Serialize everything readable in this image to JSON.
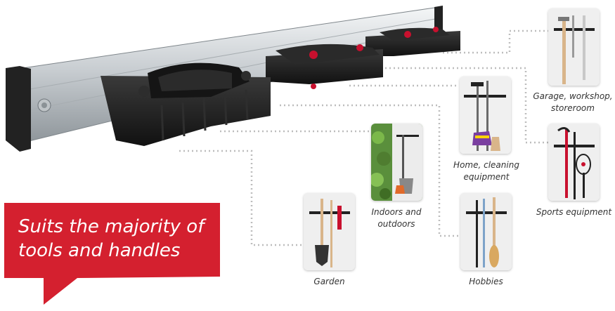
{
  "banner": {
    "line1": "Suits the majority of",
    "line2": "tools and handles",
    "color": "#d4202f"
  },
  "categories": {
    "garage": "Garage, workshop, storeroom",
    "home": "Home, cleaning equipment",
    "indoors": "Indoors and outdoors",
    "sports": "Sports equipment",
    "garden": "Garden",
    "hobbies": "Hobbies"
  },
  "colors": {
    "rail": "#cfd3d6",
    "holder": "#1e1e1e",
    "accent": "#c8102e",
    "dots": "#bdbdbd"
  }
}
